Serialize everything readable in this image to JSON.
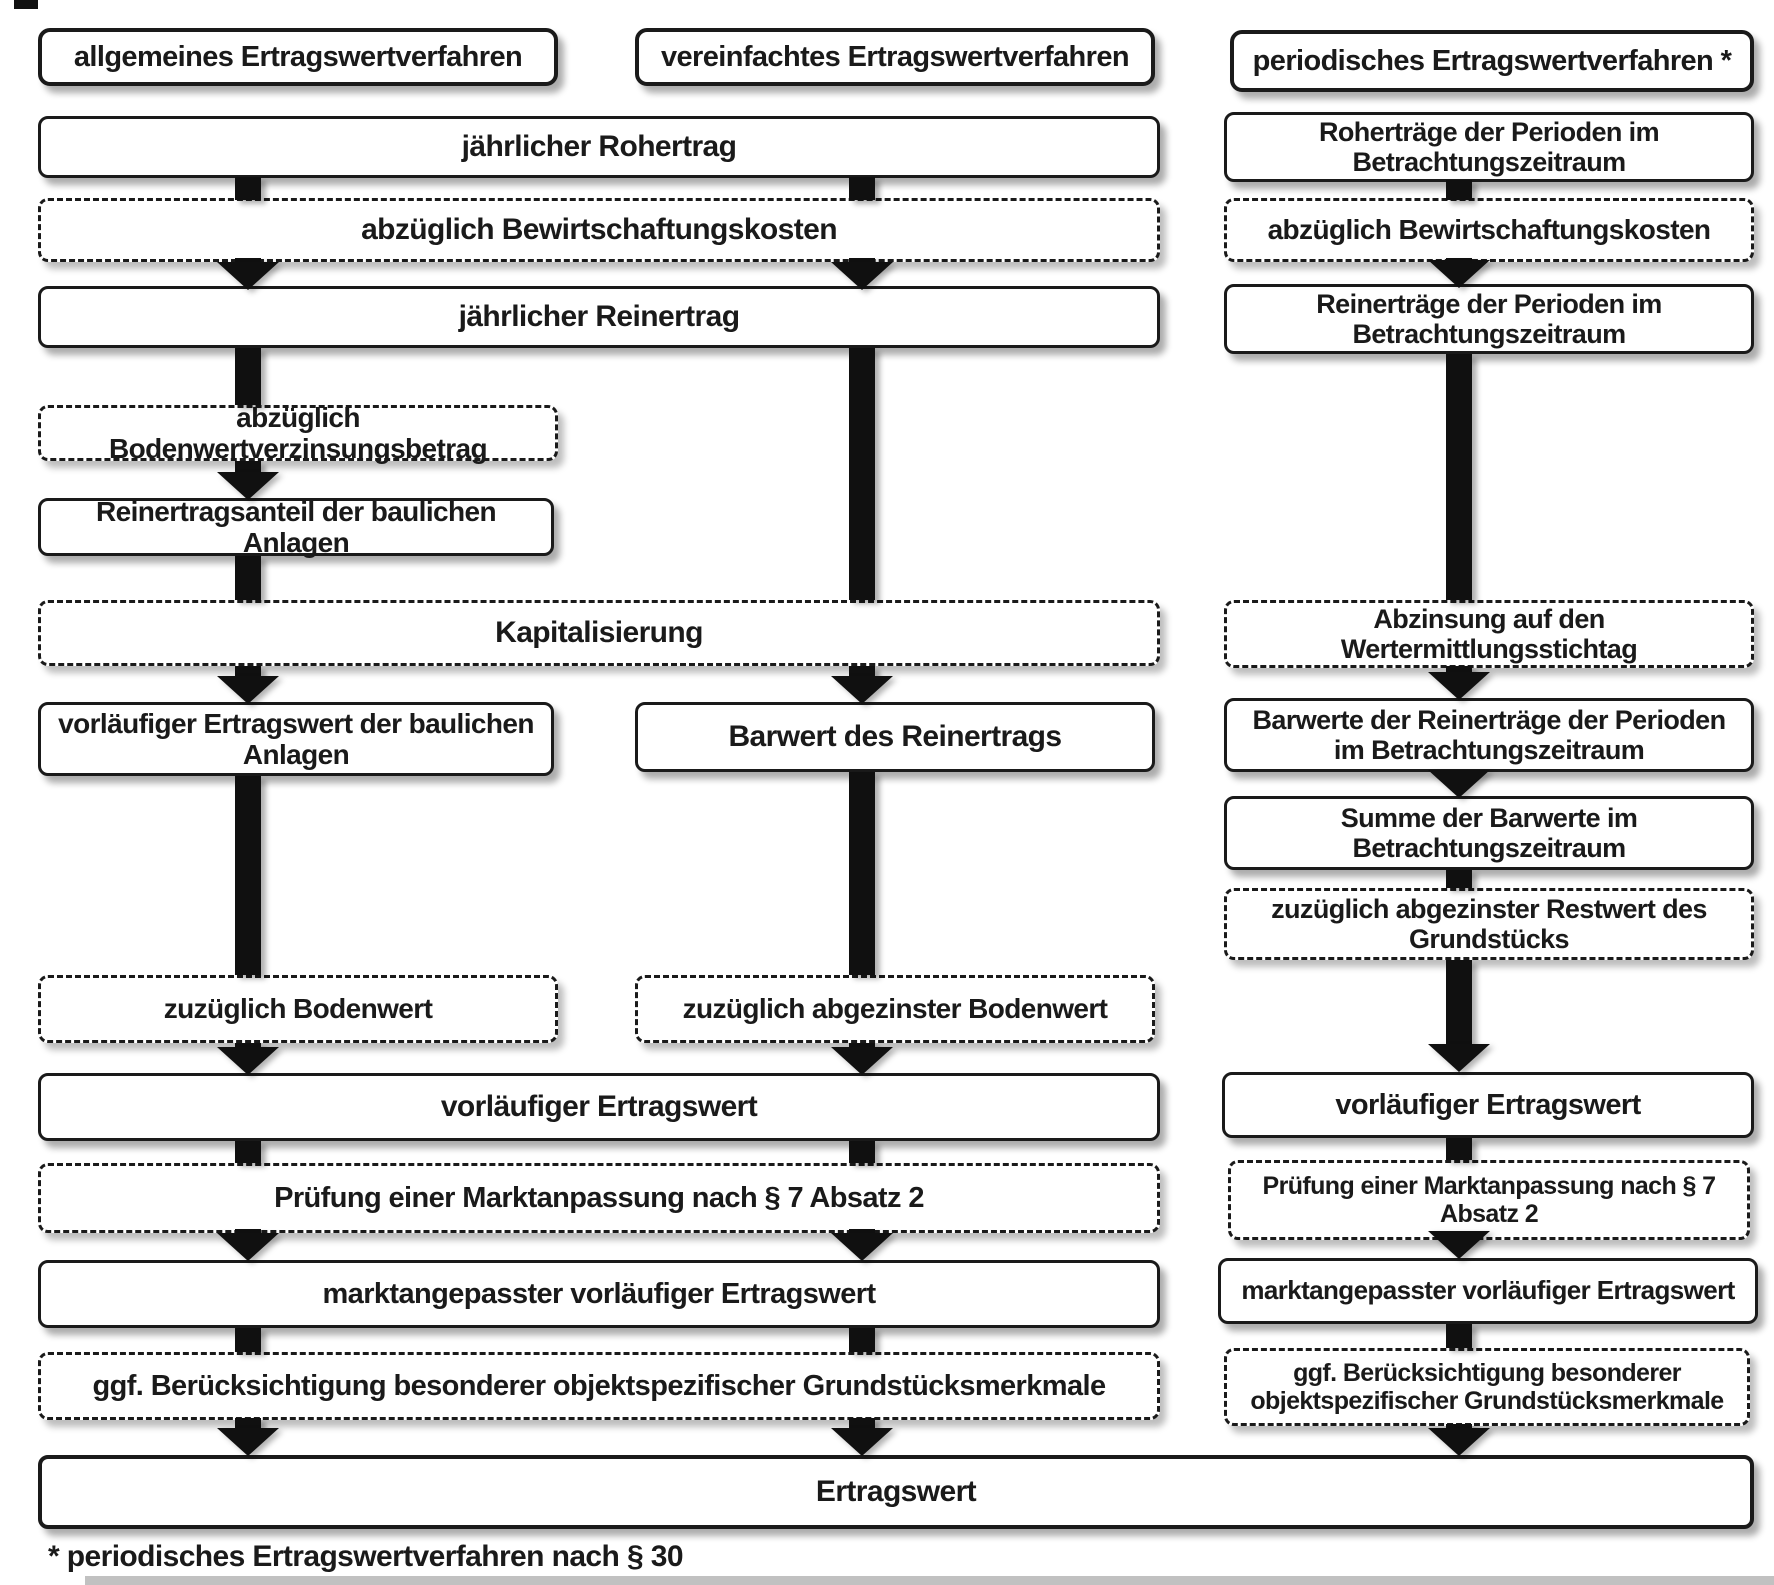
{
  "diagram": {
    "headers": {
      "general": "allgemeines Ertragswertverfahren",
      "simplified": "vereinfachtes Ertragswertverfahren",
      "periodic": "periodisches Ertragswertverfahren *"
    },
    "main_flow": {
      "rohertrag": "jährlicher Rohertrag",
      "bewirtschaftungskosten": "abzüglich Bewirtschaftungskosten",
      "reinertrag": "jährlicher Reinertrag",
      "bodenwertverzinsung": "abzüglich Bodenwertverzinsungsbetrag",
      "reinertragsanteil": "Reinertragsanteil der baulichen Anlagen",
      "kapitalisierung": "Kapitalisierung",
      "vorl_ertragswert_bauliche": "vorläufiger Ertragswert der baulichen Anlagen",
      "barwert_reinertrag": "Barwert des Reinertrags",
      "zuzueglich_bodenwert": "zuzüglich Bodenwert",
      "zuzueglich_abgezinster_bodenwert": "zuzüglich abgezinster Bodenwert",
      "vorl_ertragswert": "vorläufiger Ertragswert",
      "marktanpassung": "Prüfung einer Marktanpassung nach § 7 Absatz 2",
      "marktangepasst": "marktangepasster vorläufiger Ertragswert",
      "grundstuecksmerkmale": "ggf. Berücksichtigung besonderer objektspezifischer Grundstücksmerkmale"
    },
    "periodic_flow": {
      "rohertraege": "Roherträge der Perioden im Betrachtungszeitraum",
      "bewirtschaftungskosten": "abzüglich Bewirtschaftungskosten",
      "reinertraege": "Reinerträge der Perioden im Betrachtungszeitraum",
      "abzinsung": "Abzinsung auf den Wertermittlungsstichtag",
      "barwerte": "Barwerte der Reinerträge der Perioden im Betrachtungszeitraum",
      "summe_barwerte": "Summe der Barwerte im Betrachtungszeitraum",
      "restwert": "zuzüglich abgezinster Restwert des Grundstücks",
      "vorl_ertragswert": "vorläufiger Ertragswert",
      "marktanpassung": "Prüfung einer Marktanpassung nach § 7 Absatz 2",
      "marktangepasst": "marktangepasster vorläufiger Ertragswert",
      "grundstuecksmerkmale": "ggf. Berücksichtigung besonderer objektspezifischer Grundstücksmerkmale"
    },
    "result": "Ertragswert",
    "footnote": "* periodisches Ertragswertverfahren nach § 30",
    "colors": {
      "box_border": "#1a1a1a",
      "box_background": "#ffffff",
      "arrow": "#101010",
      "text": "#1a1a1a"
    }
  }
}
